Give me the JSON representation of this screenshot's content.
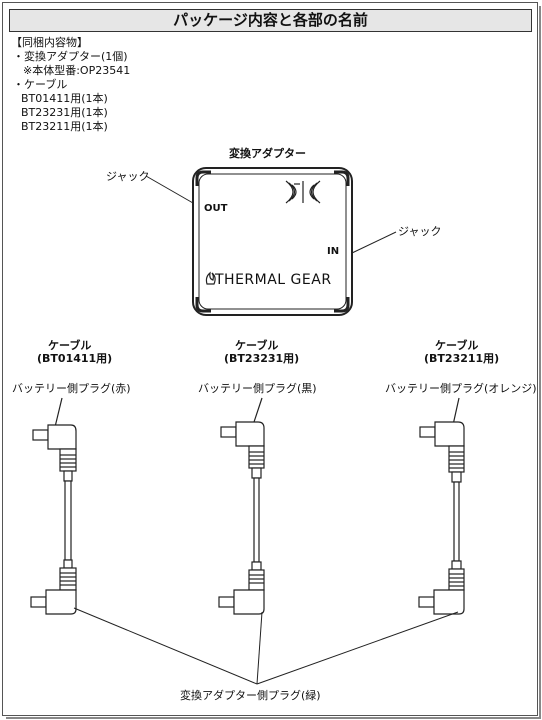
{
  "title": "パッケージ内容と各部の名前",
  "contents": {
    "heading": "【同梱内容物】",
    "lines": [
      "・変換アダプター(1個)",
      "※本体型番:OP23541",
      "・ケーブル",
      "BT01411用(1本)",
      "BT23231用(1本)",
      "BT23211用(1本)"
    ]
  },
  "adapter": {
    "label": "変換アダプター",
    "jack_left": "ジャック",
    "jack_right": "ジャック",
    "out_label": "OUT",
    "in_label": "IN",
    "brand": "THERMAL GEAR"
  },
  "cables": [
    {
      "title": "ケーブル",
      "model": "(BT01411用)",
      "plug": "バッテリー側プラグ(赤)"
    },
    {
      "title": "ケーブル",
      "model": "(BT23231用)",
      "plug": "バッテリー側プラグ(黒)"
    },
    {
      "title": "ケーブル",
      "model": "(BT23211用)",
      "plug": "バッテリー側プラグ(オレンジ)"
    }
  ],
  "adapter_plug_label": "変換アダプター側プラグ(緑)"
}
